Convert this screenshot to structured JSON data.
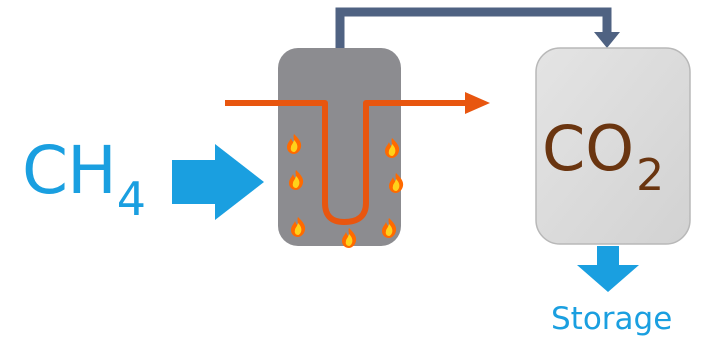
{
  "labels": {
    "methane_main": "CH",
    "methane_sub": "4",
    "co2_main": "CO",
    "co2_sub": "2",
    "storage": "Storage"
  },
  "colors": {
    "methane_blue": "#1a9fe0",
    "reactor_gray": "#8c8c90",
    "tank_gray": "#dedede",
    "tube_orange": "#e8560f",
    "pipe_slate": "#4f6282",
    "co2_brown": "#6a3510",
    "flame_yellow": "#ffd21a"
  },
  "icons": {
    "flame": "flame-icon",
    "inlet_arrow": "arrow-right-icon",
    "storage_arrow": "arrow-down-icon",
    "pipe_arrowhead": "arrow-down-icon"
  }
}
